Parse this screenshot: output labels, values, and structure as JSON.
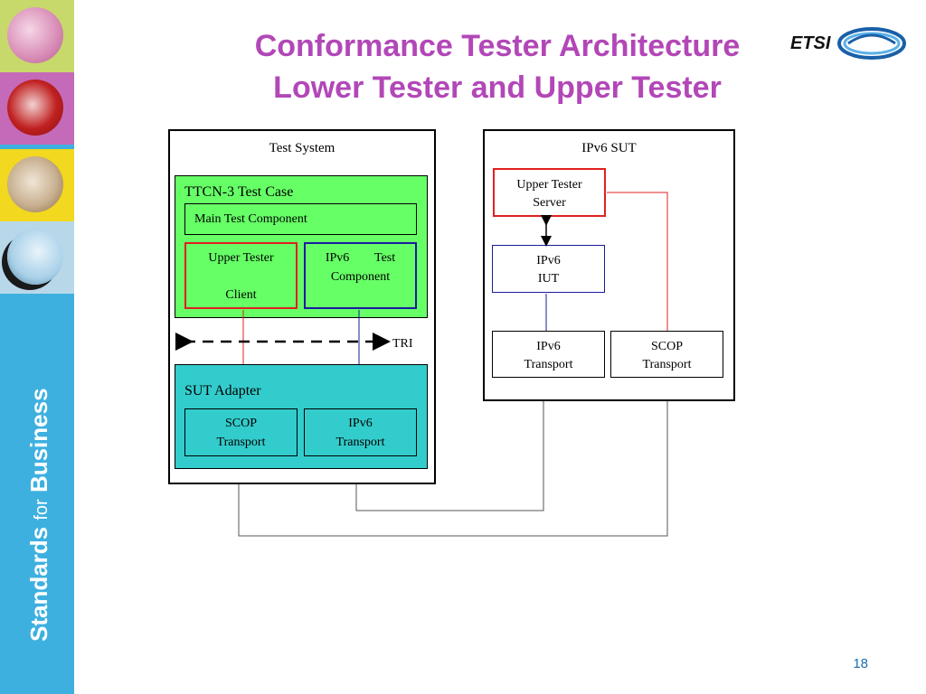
{
  "slide": {
    "title_line1": "Conformance Tester Architecture",
    "title_line2": "Lower Tester and Upper Tester",
    "page_number": "18",
    "logo_text": "ETSI",
    "sidebar_brand": "Standards for Business"
  },
  "test_system": {
    "label": "Test System",
    "ttcn3_label": "TTCN-3 Test Case",
    "main_component_label": "Main Test Component",
    "upper_tester_client_line1": "Upper Tester",
    "upper_tester_client_line2": "Client",
    "ipv6_test_component_line1": "IPv6        Test",
    "ipv6_test_component_line2": "Component",
    "tri_label": "TRI",
    "sut_adapter_label": "SUT Adapter",
    "scop_transport_line1": "SCOP",
    "scop_transport_line2": "Transport",
    "ipv6_transport_line1": "IPv6",
    "ipv6_transport_line2": "Transport"
  },
  "sut": {
    "label": "IPv6 SUT",
    "upper_tester_server_line1": "Upper Tester",
    "upper_tester_server_line2": "Server",
    "iut_line1": "IPv6",
    "iut_line2": "IUT",
    "ipv6_transport_line1": "IPv6",
    "ipv6_transport_line2": "Transport",
    "scop_transport_line1": "SCOP",
    "scop_transport_line2": "Transport"
  },
  "colors": {
    "title": "#b247b7",
    "sidebar": "#3db0e0",
    "ttcn_green": "#66ff66",
    "adapter_cyan": "#33cccc",
    "red_link": "#e02020",
    "blue_link": "#1a1aa0"
  }
}
